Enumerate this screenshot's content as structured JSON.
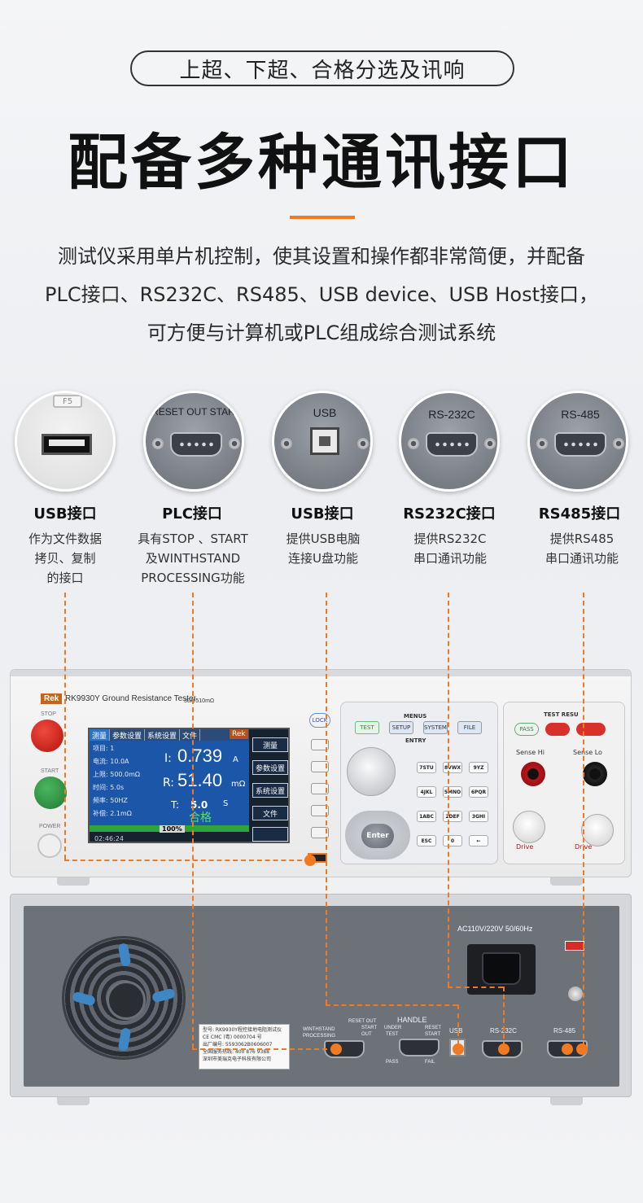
{
  "header": {
    "pill": "上超、下超、合格分选及讯响",
    "headline": "配备多种通讯接口",
    "description_lines": [
      "测试仪采用单片机控制，使其设置和操作都非常简便，并配备",
      "PLC接口、RS232C、RS485、USB device、USB Host接口，",
      "可方便与计算机或PLC组成综合测试系统"
    ]
  },
  "ports": [
    {
      "circle_text": "F5",
      "title": "USB接口",
      "desc": [
        "作为文件数据",
        "拷贝、复制",
        "的接口"
      ]
    },
    {
      "circle_text": "RESET OUT START",
      "title": "PLC接口",
      "desc": [
        "具有STOP 、START",
        "及WINTHSTAND",
        "PROCESSING功能"
      ]
    },
    {
      "circle_text": "USB",
      "title": "USB接口",
      "desc": [
        "提供USB电脑",
        "连接U盘功能"
      ]
    },
    {
      "circle_text": "RS-232C",
      "title": "RS232C接口",
      "desc": [
        "提供RS232C",
        "串口通讯功能"
      ]
    },
    {
      "circle_text": "RS-485",
      "title": "RS485接口",
      "desc": [
        "提供RS485",
        "串口通讯功能"
      ]
    }
  ],
  "front_panel": {
    "brand": "Rek",
    "model": "RK9930Y Ground Resistance Tester",
    "range": "30A/510mΩ",
    "stop_label": "STOP",
    "start_label": "START",
    "power_label": "POWER",
    "lock_label": "LOCK",
    "lcd": {
      "tabs": [
        "测量",
        "参数设置",
        "系统设置",
        "文件"
      ],
      "brand": "Rek",
      "params": [
        "项目: 1",
        "电流: 10.0A",
        "上限: 500.0mΩ",
        "时间: 5.0s",
        "频率: 50HZ",
        "补偿: 2.1mΩ"
      ],
      "current_label": "I:",
      "current_value": "0.739",
      "current_unit": "A",
      "resistance_label": "R:",
      "resistance_value": "51.40",
      "resistance_unit": "mΩ",
      "time_label": "T:",
      "time_value": "5.0",
      "time_unit": "S",
      "result": "合格",
      "progress_text": "100%",
      "progress": 1.0,
      "clock": "02:46:24",
      "softkeys": [
        "测量",
        "参数设置",
        "系统设置",
        "文件",
        ""
      ]
    },
    "menus_label": "MENUS",
    "entry_label": "ENTRY",
    "menu_keys": [
      "TEST",
      "SETUP",
      "SYSTEM",
      "FILE"
    ],
    "num_keys": [
      "7STU",
      "8VWX",
      "9YZ",
      "4JKL",
      "5MNO",
      "6PQR",
      "1ABC",
      "2DEF",
      "3GHI",
      "ESC",
      "0",
      "←"
    ],
    "enter_label": "Enter",
    "test_result_label": "TEST RESU",
    "pass_label": "PASS",
    "sense_hi": "Sense Hi",
    "sense_lo": "Sense Lo",
    "drive_left": "Drive",
    "drive_right": "Drive"
  },
  "rear_panel": {
    "ac_label": "AC110V/220V  50/60Hz",
    "sticker_lines": [
      "型号: RK9930Y程控接地电阻测试仪",
      "CE  CMC  (粤) 0000704 号",
      "出厂编号: 5593062B0606007",
      "全国服务热线: 400 876 9388",
      "深圳市美瑞克电子科技有限公司"
    ],
    "plc_labels": [
      "WINTHSTAND",
      "PROCESSING",
      "RESET OUT",
      "START",
      "OUT"
    ],
    "handle_label": "HANDLE",
    "handle_sub": [
      "UNDER",
      "RESET",
      "TEST",
      "START",
      "PASS",
      "FAIL"
    ],
    "usb_label": "USB",
    "rs232_label": "RS-232C",
    "rs485_label": "RS-485"
  },
  "colors": {
    "accent": "#f07a22",
    "title": "#111111"
  }
}
